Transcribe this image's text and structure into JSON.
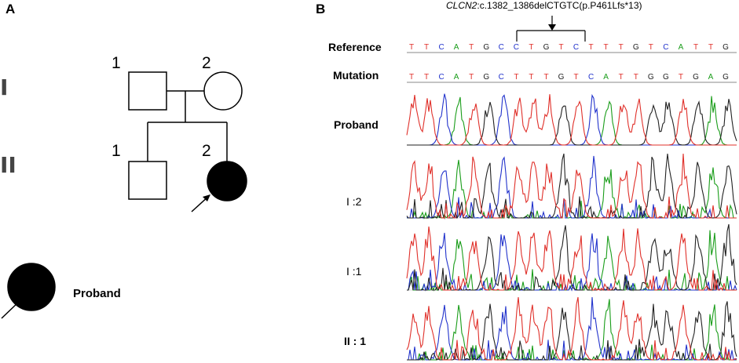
{
  "panels": {
    "a": "A",
    "b": "B"
  },
  "pedigree": {
    "generations": [
      "I",
      "II"
    ],
    "individual_numbers": {
      "I1": "1",
      "I2": "2",
      "II1": "1",
      "II2": "2"
    },
    "legend_label": "Proband"
  },
  "sequencing": {
    "mutation_gene": "CLCN2",
    "mutation_detail": ":c.1382_1386delCTGTC(p.P461Lfs*13)",
    "reference_label": "Reference",
    "mutation_label": "Mutation",
    "reference_seq": [
      "T",
      "T",
      "C",
      "A",
      "T",
      "G",
      "C",
      "C",
      "T",
      "G",
      "T",
      "C",
      "T",
      "T",
      "T",
      "G",
      "T",
      "C",
      "A",
      "T",
      "T",
      "G"
    ],
    "mutation_seq": [
      "T",
      "T",
      "C",
      "A",
      "T",
      "G",
      "C",
      "T",
      "T",
      "T",
      "G",
      "T",
      "C",
      "A",
      "T",
      "T",
      "G",
      "G",
      "T",
      "G",
      "A",
      "G"
    ],
    "traces": [
      {
        "label": "Proband"
      },
      {
        "label": "I :2"
      },
      {
        "label": "I :1"
      },
      {
        "label": "II : 1"
      }
    ],
    "base_colors": {
      "A": "#1a9d1a",
      "C": "#2233cc",
      "G": "#222222",
      "T": "#e0302a"
    }
  }
}
